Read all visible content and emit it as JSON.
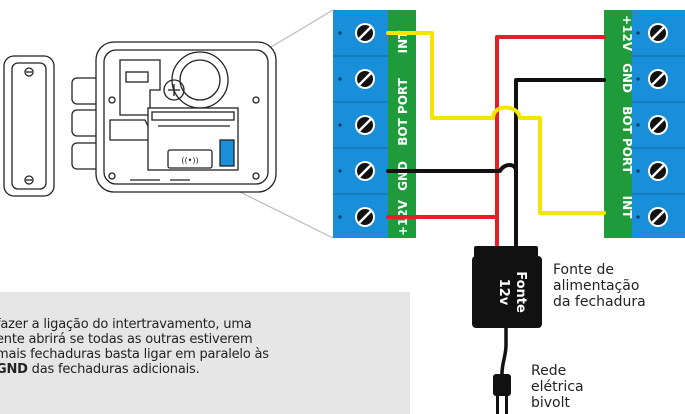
{
  "terminals_left": {
    "labels": [
      "INT",
      "BOT PORT",
      "GND",
      "+12V"
    ]
  },
  "terminals_right": {
    "labels": [
      "+12V",
      "GND",
      "BOT PORT",
      "INT"
    ]
  },
  "device": {
    "reader_symbol": "((•))"
  },
  "power_supply": {
    "label_line1": "Fonte",
    "label_line2": "12v"
  },
  "labels": {
    "supply_line1": "Fonte de",
    "supply_line2": "alimentação",
    "supply_line3": "da fechadura",
    "mains_line1": "Rede",
    "mains_line2": "elétrica",
    "mains_line3": "bivolt"
  },
  "note": {
    "line1": "fazer a ligação do intertravamento, uma",
    "line2": "ente abrirá se todas as outras estiverem",
    "line3": "mais fechaduras basta ligar em paralelo às",
    "line4_bold": "GND",
    "line4_rest": " das fechaduras adicionais."
  },
  "colors": {
    "terminal_blue": "#1a8fd9",
    "terminal_green": "#1f9b3c",
    "wire_yellow": "#f2e600",
    "wire_red": "#e3202a",
    "wire_black": "#111111",
    "note_bg": "#e6e6e6"
  },
  "icons": [
    "lock-device-icon",
    "power-supply-icon",
    "power-plug-icon",
    "screw-terminal-icon"
  ]
}
